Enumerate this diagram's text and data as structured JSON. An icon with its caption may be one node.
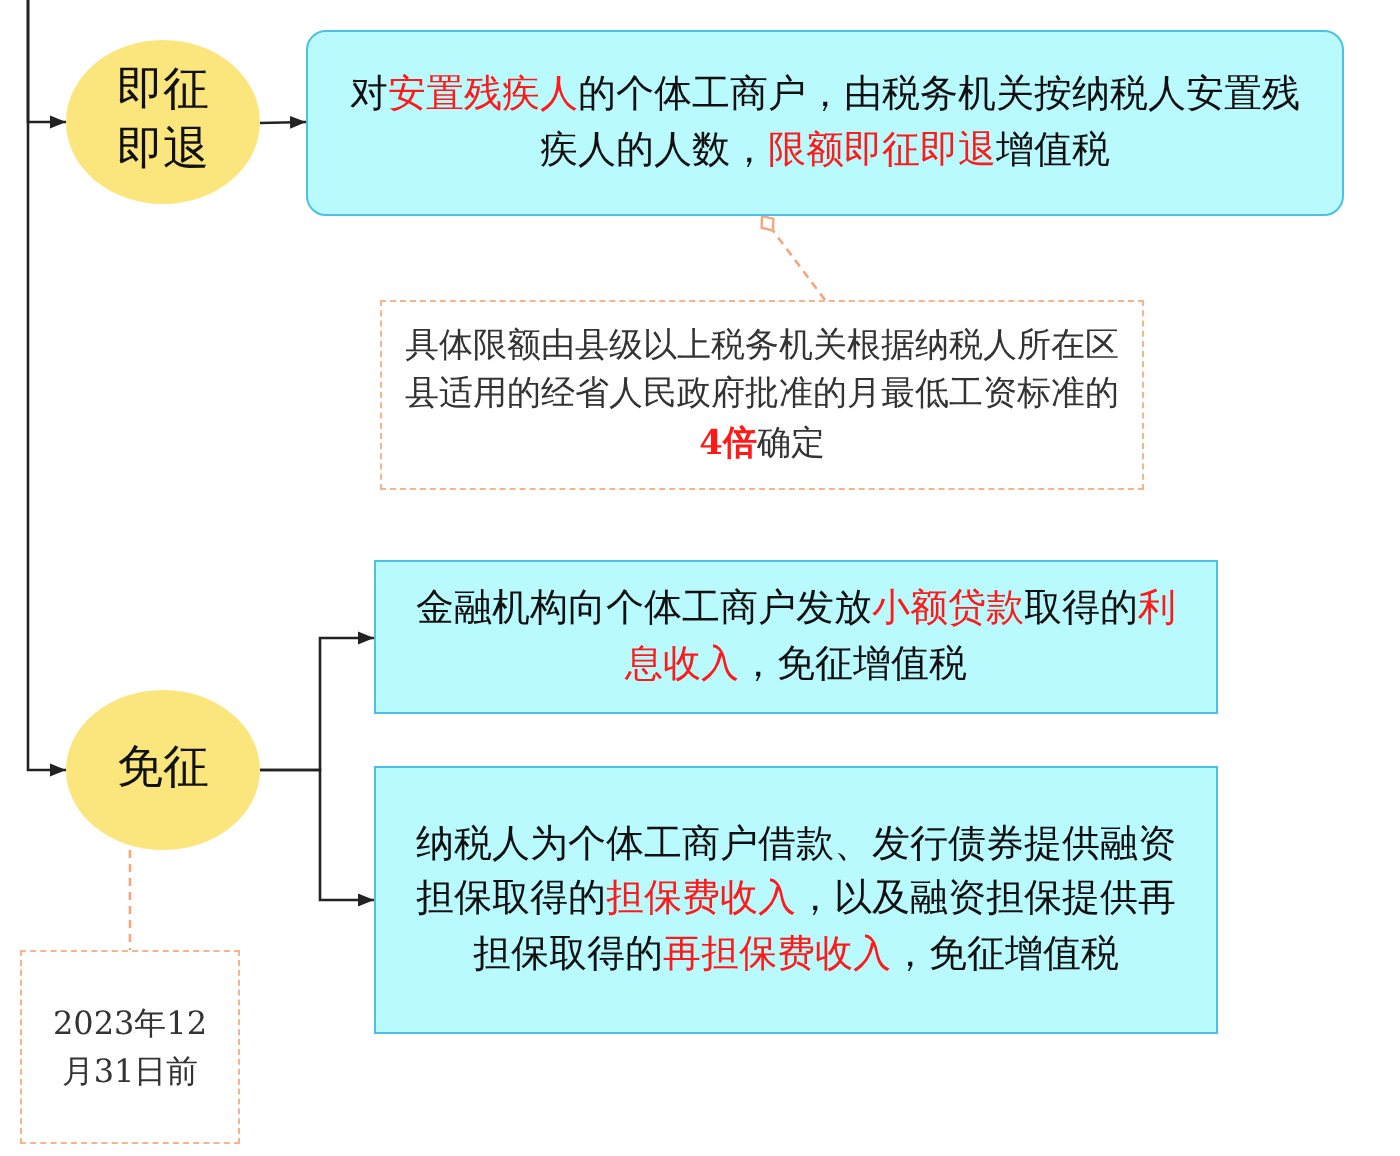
{
  "diagram": {
    "nodes": [
      {
        "text": [
          "即征即退"
        ]
      },
      {
        "text": [
          "对**安置残疾人**的个体工商户，由税务机关按纳税人安置残疾人的人数，**限额即征即退**增值税"
        ]
      },
      {
        "text": [
          "具体限额由县级以上税务机关根据纳税人所在区县适用的经省人民政府批准的月最低工资标准的**4倍**确定"
        ]
      },
      {
        "text": [
          "免征"
        ]
      },
      {
        "text": [
          "金融机构向个体工商户发放**小额贷款**取得的**利息收入**，免征增值税"
        ]
      },
      {
        "text": [
          "纳税人为个体工商户借款、发行债券提供融资担保取得的**担保费收入**，以及融资担保提供再担保取得的**再担保费收入**，免征增值税"
        ]
      },
      {
        "text": [
          "2023年12月31日前"
        ]
      }
    ],
    "edges": [
      {
        "from": null,
        "to": 0,
        "arrow": "to"
      },
      {
        "from": null,
        "to": 3,
        "arrow": "to"
      },
      {
        "from": 0,
        "to": 1,
        "arrow": "to"
      },
      {
        "from": 2,
        "to": 1,
        "arrow": "other",
        "style": "dashed",
        "color": "#f4a77c"
      },
      {
        "from": 3,
        "to": 4,
        "arrow": "to"
      },
      {
        "from": 3,
        "to": 5,
        "arrow": "to"
      },
      {
        "from": 3,
        "to": 6,
        "arrow": "none",
        "style": "dashed",
        "color": "#f4a77c"
      }
    ]
  }
}
